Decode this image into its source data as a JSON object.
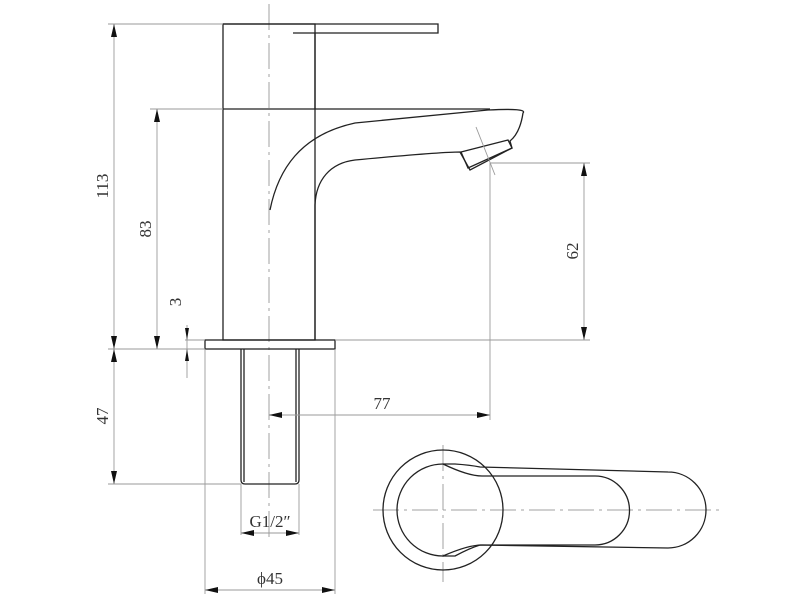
{
  "drawing": {
    "subject": "Single lever basin faucet technical drawing",
    "views": [
      "side-elevation",
      "top-plan"
    ]
  },
  "dimensions": {
    "total_height": "113",
    "spout_height": "83",
    "flange_thickness": "3",
    "outlet_height": "62",
    "shank_length": "47",
    "spout_reach": "77",
    "thread_size": "G1/2″",
    "base_diameter": "ϕ45"
  },
  "colors": {
    "outline": "#222222",
    "dimension_line": "#9a9a9a",
    "text": "#333333",
    "background": "#ffffff"
  }
}
